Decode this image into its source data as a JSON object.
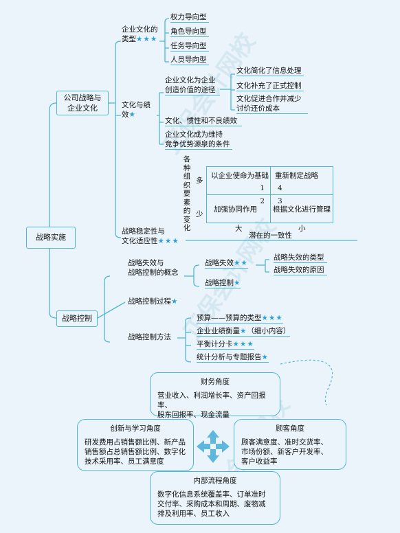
{
  "root": "战略实施",
  "section1": {
    "title": "公司战略与\n企业文化",
    "types": {
      "label": "企业文化的\n类型",
      "stars": "★★★",
      "items": [
        "权力导向型",
        "角色导向型",
        "任务导向型",
        "人员导向型"
      ]
    },
    "performance": {
      "label": "文化与绩\n效",
      "stars": "★",
      "path": {
        "label": "企业文化为企业\n创造价值的途径",
        "items": [
          "文化简化了信息处理",
          "文化补充了正式控制",
          "文化促进合作并减少\n讨价还价成本"
        ]
      },
      "inertia": "文化、惯性和不良绩效",
      "advantage": "企业文化成为维持\n竞争优势源泉的条件"
    },
    "stability": {
      "label": "战略稳定性与\n文化适应性",
      "stars": "★★★",
      "vertical_label": "各\n种\n组\n织\n要\n素\n的\n变\n化",
      "many": "多",
      "few": "少",
      "big": "大",
      "small": "小",
      "consistency": "潜在的一致性",
      "q1": "以企业使命为基础",
      "q1n": "1",
      "q4": "重新制定战略",
      "q4n": "4",
      "q2": "加强协同作用",
      "q2n": "2",
      "q3": "根据文化进行管理",
      "q3n": "3"
    }
  },
  "section2": {
    "title": "战略控制",
    "concept": {
      "label": "战略失效与\n战略控制的概念",
      "failure": {
        "label": "战略失效",
        "stars": "★★",
        "items": [
          "战略失效的类型",
          "战略失效的原因"
        ]
      },
      "control": {
        "label": "战略控制",
        "stars": "★"
      }
    },
    "process": {
      "label": "战略控制过程",
      "stars": "★"
    },
    "methods": {
      "label": "战略控制方法",
      "budget": {
        "label": "预算——预算的类型",
        "stars": "★★★"
      },
      "perf": {
        "label": "企业业绩衡量",
        "stars": "★",
        "note": "（细小内容）"
      },
      "bsc": {
        "label": "平衡计分卡",
        "stars": "★★★"
      },
      "stats": {
        "label": "统计分析与专题报告",
        "stars": "★"
      }
    }
  },
  "bsc_diagram": {
    "finance": {
      "title": "财务角度",
      "body": "营业收入、利润增长率、资产回报率、\n股东回报率、现金流量"
    },
    "learning": {
      "title": "创新与学习角度",
      "body": "研发费用占销售额比例、新产品\n销售额占总销售额比例、数字化\n技术采用率、员工满意度"
    },
    "customer": {
      "title": "顾客角度",
      "body": "顾客满意度、准时交货率、\n市场份额、新客户开发率、\n客户收益率"
    },
    "internal": {
      "title": "内部流程角度",
      "body": "数字化信息系统覆盖率、订单准时\n交付率、采购成本和周期、废物减\n排及利用率、员工收入"
    }
  }
}
